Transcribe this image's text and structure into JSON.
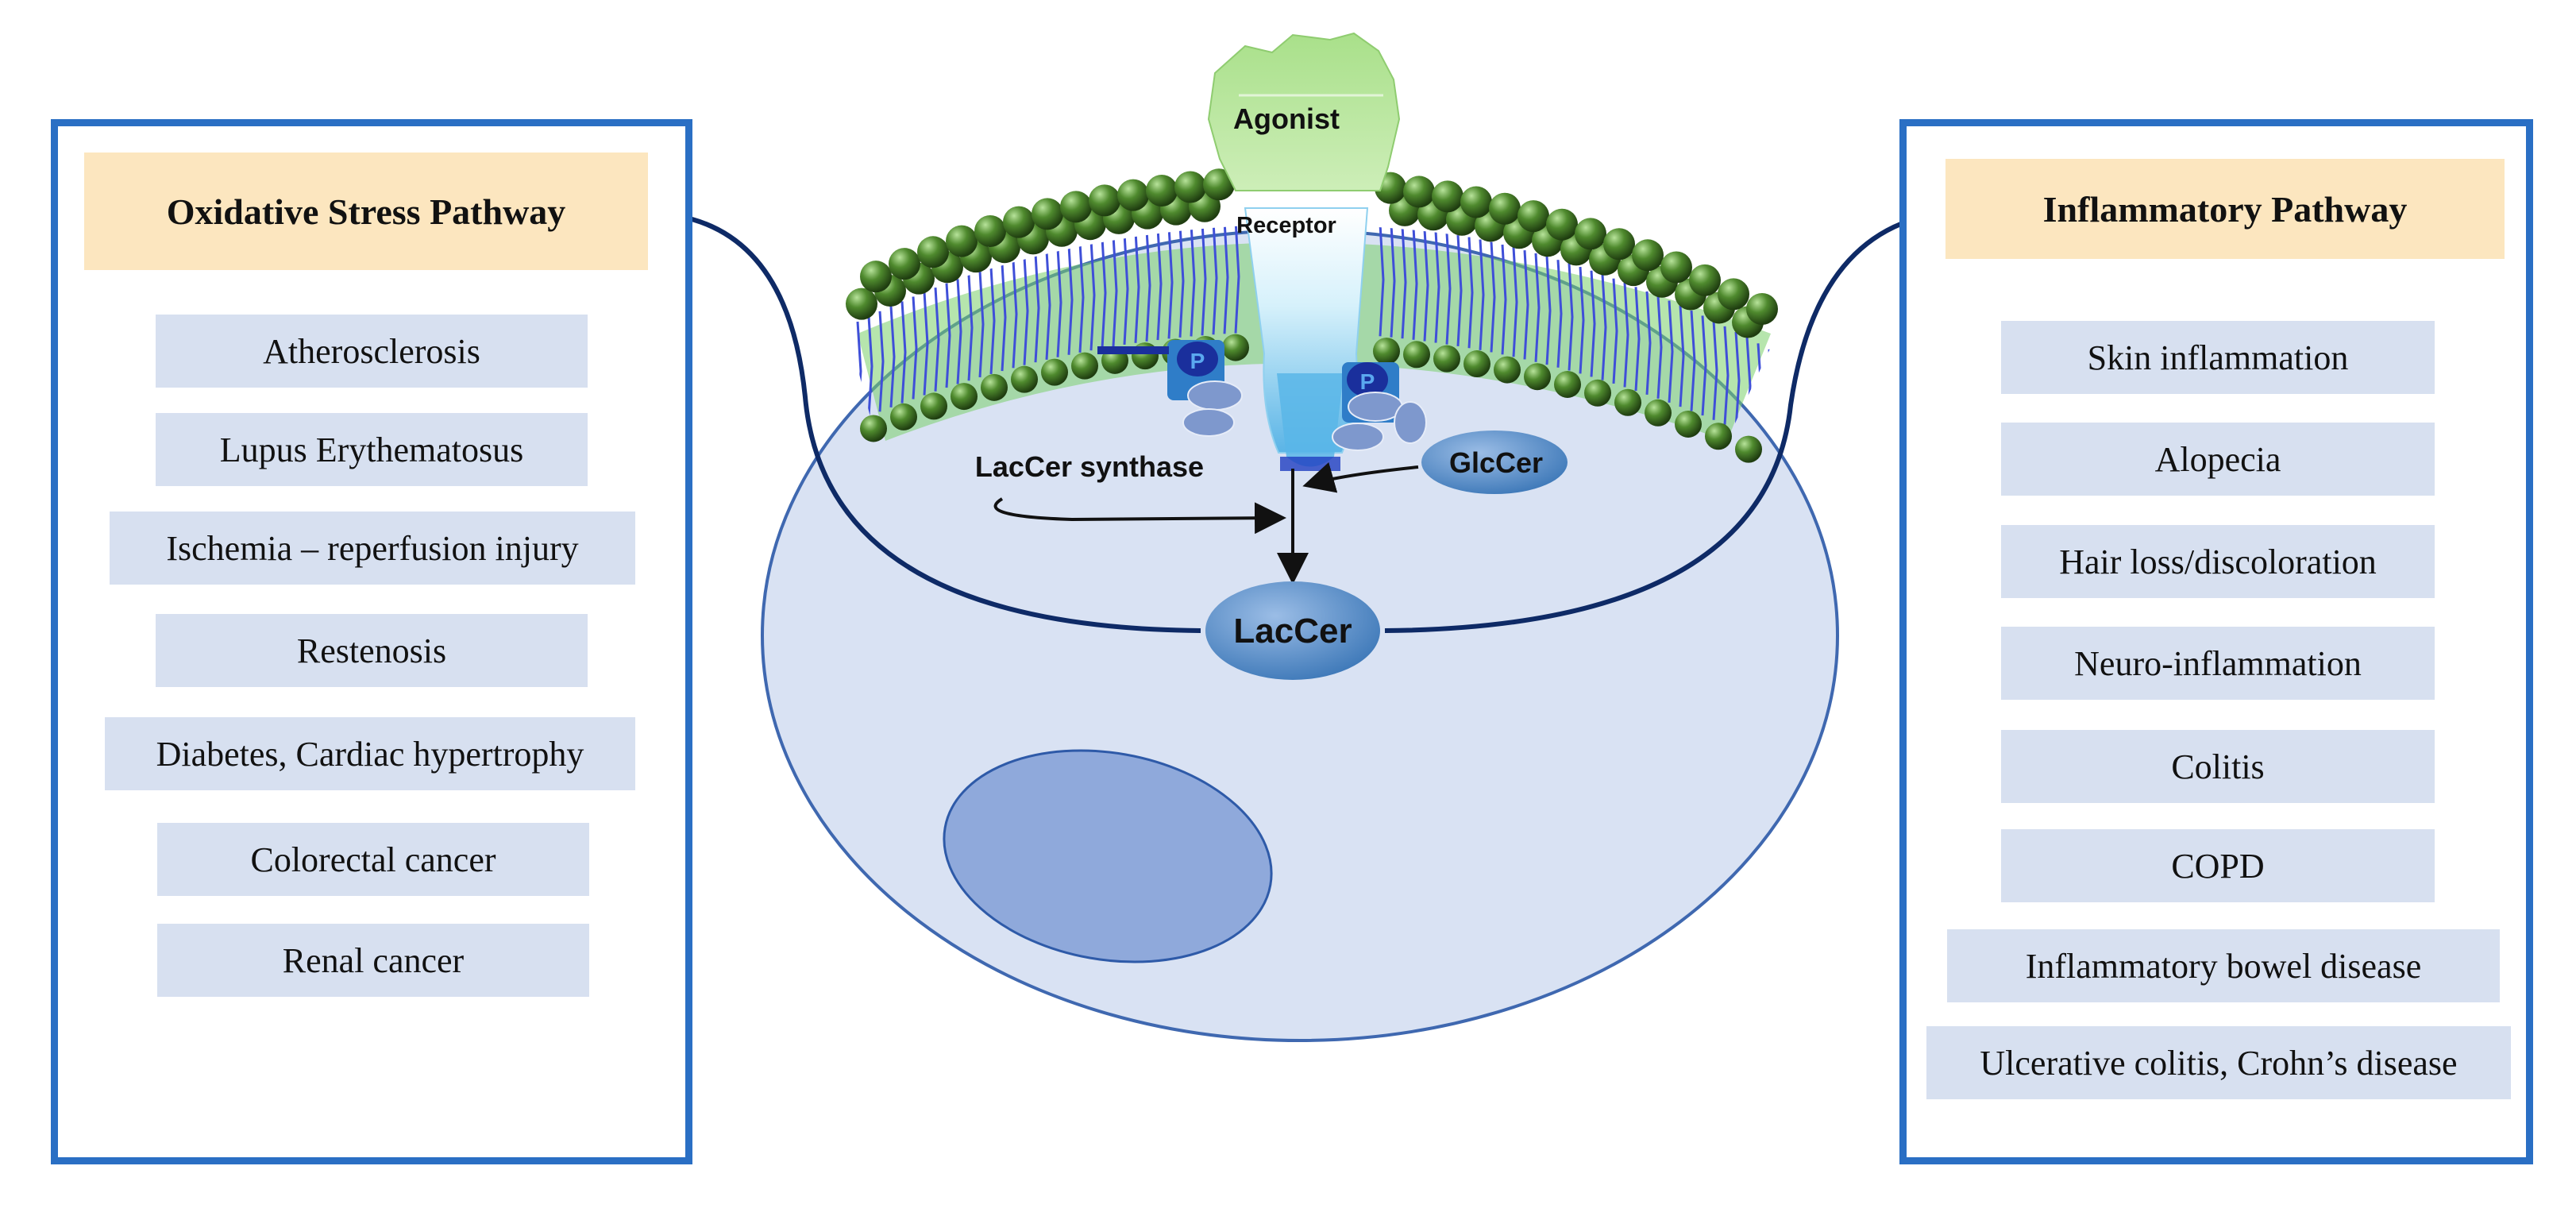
{
  "oxidative": {
    "title": "Oxidative Stress Pathway",
    "diseases": [
      "Atherosclerosis",
      "Lupus Erythematosus",
      "Ischemia – reperfusion injury",
      "Restenosis",
      "Diabetes, Cardiac hypertrophy",
      "Colorectal cancer",
      "Renal cancer"
    ]
  },
  "inflammatory": {
    "title": "Inflammatory Pathway",
    "diseases": [
      "Skin inflammation",
      "Alopecia",
      "Hair loss/discoloration",
      "Neuro-inflammation",
      "Colitis",
      "COPD",
      "Inflammatory bowel disease",
      "Ulcerative colitis, Crohn’s disease"
    ]
  },
  "cell": {
    "agonist": "Agonist",
    "receptor": "Receptor",
    "phospho": "P",
    "lacer_synthase": "LacCer synthase",
    "glccer": "GlcCer",
    "laccer": "LacCer"
  },
  "colors": {
    "panel_border": "#2a6fc4",
    "title_fill": "#fce6bf",
    "disease_fill": "#d7e0f0",
    "cell_fill": "#d9e2f3",
    "nucleus_fill": "#8fa9db",
    "arrow": "#0e2a66",
    "lipid_head": "#4f8a2e",
    "lipid_tail": "#3f4fd8"
  }
}
